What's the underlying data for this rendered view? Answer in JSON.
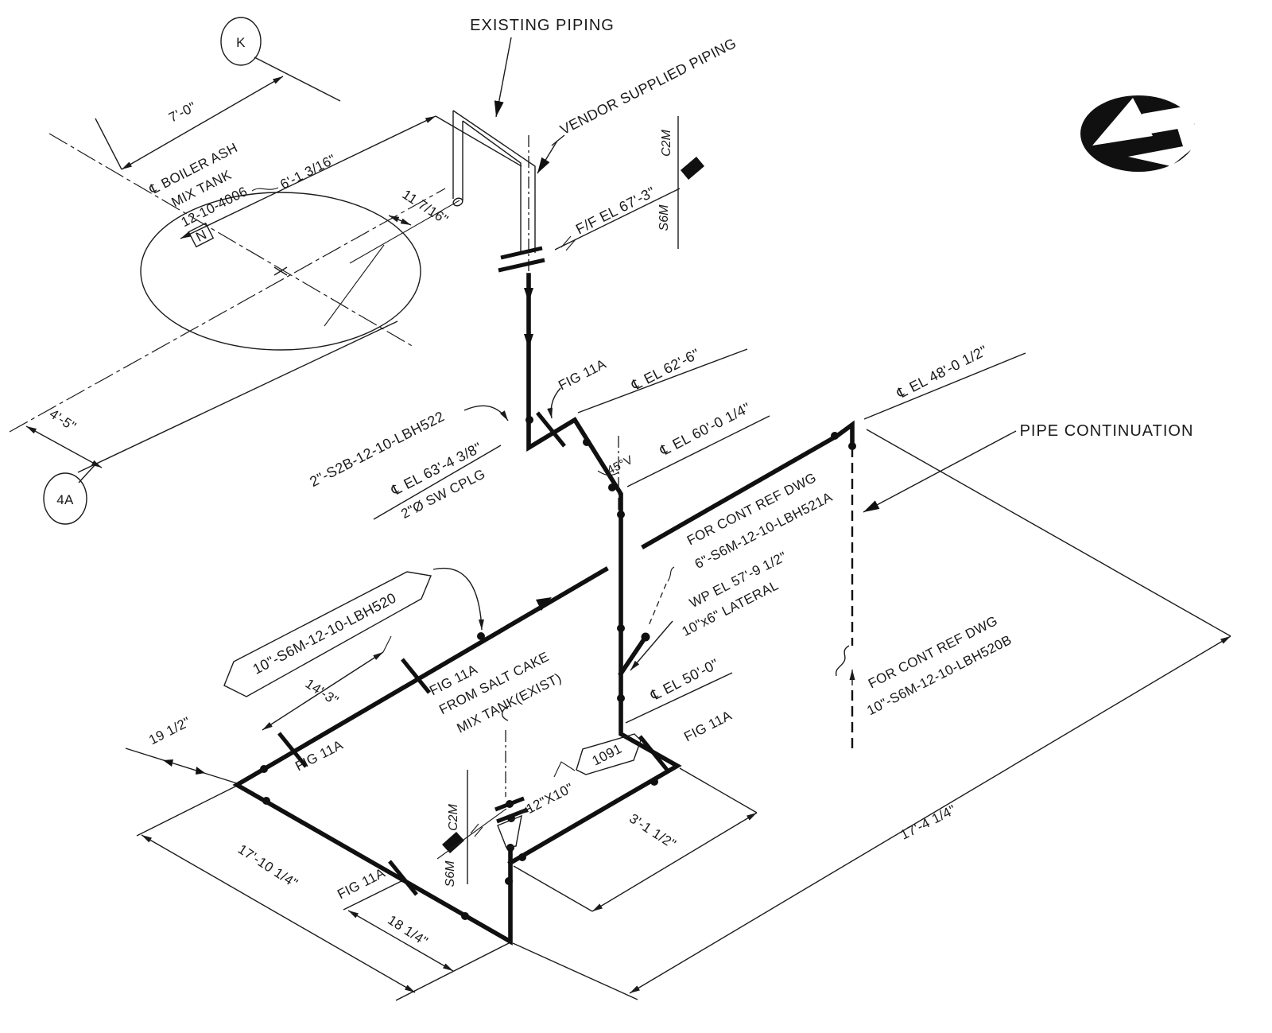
{
  "callouts": {
    "existing_piping": "EXISTING PIPING",
    "vendor_piping": "VENDOR SUPPLIED PIPING",
    "pipe_continuation": "PIPE CONTINUATION"
  },
  "grid": {
    "k": "K",
    "a4": "4A"
  },
  "equipment": {
    "name1": "℄ BOILER ASH",
    "name2": "MIX TANK",
    "tag": "12-10-4006",
    "north": "N"
  },
  "lines": {
    "lbh520": "10\"-S6M-12-10-LBH520",
    "lbh522": "2\"-S2B-12-10-LBH522",
    "for_cont": "FOR CONT REF DWG",
    "lbh521a": "6\"-S6M-12-10-LBH521A",
    "lbh520b": "10\"-S6M-12-10-LBH520B"
  },
  "elevations": {
    "ff": "F/F EL 67'-3\"",
    "el62": "℄ EL 62'-6\"",
    "el63": "℄ EL 63'-4 3/8\"",
    "el60": "℄ EL 60'-0 1/4\"",
    "el48": "℄ EL 48'-0 1/2\"",
    "el50": "℄ EL 50'-0\"",
    "wp": "WP EL 57'-9 1/2\""
  },
  "fittings": {
    "coupling": "2\"Ø SW CPLG",
    "lateral": "10\"x6\" LATERAL",
    "reducer": "12\"X10\"",
    "valve45": "45°V",
    "fig": "FIG 11A",
    "item_tag": "1091"
  },
  "classes": {
    "c2m": "C2M",
    "s6m": "S6M"
  },
  "notes": {
    "salt1": "FROM SALT CAKE",
    "salt2": "MIX TANK(EXIST)"
  },
  "dimensions": {
    "d1": "7'-0\"",
    "d2": "6'-1 3/16\"",
    "d3": "11 7/16\"",
    "d4": "4'-5\"",
    "d5": "14'-3\"",
    "d6": "19 1/2\"",
    "d7": "17'-10 1/4\"",
    "d8": "18 1/4\"",
    "d9": "3'-1 1/2\"",
    "d10": "17'-4 1/4\""
  }
}
